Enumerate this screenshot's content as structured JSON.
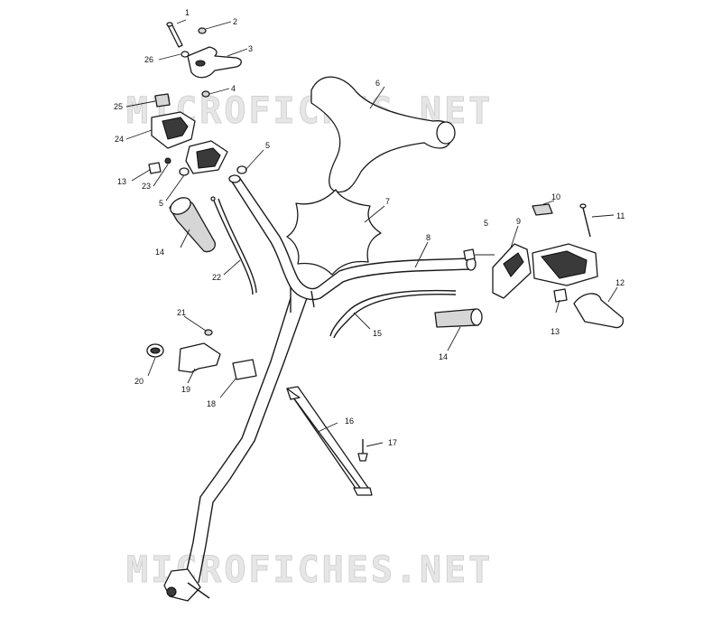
{
  "watermark": "MICROFICHES.NET",
  "callouts": [
    {
      "id": "c1",
      "label": "1"
    },
    {
      "id": "c2",
      "label": "2"
    },
    {
      "id": "c3",
      "label": "3"
    },
    {
      "id": "c4",
      "label": "4"
    },
    {
      "id": "c5a",
      "label": "5"
    },
    {
      "id": "c5b",
      "label": "5"
    },
    {
      "id": "c5c",
      "label": "5"
    },
    {
      "id": "c6",
      "label": "6"
    },
    {
      "id": "c7",
      "label": "7"
    },
    {
      "id": "c8",
      "label": "8"
    },
    {
      "id": "c9",
      "label": "9"
    },
    {
      "id": "c10",
      "label": "10"
    },
    {
      "id": "c11",
      "label": "11"
    },
    {
      "id": "c12",
      "label": "12"
    },
    {
      "id": "c13a",
      "label": "13"
    },
    {
      "id": "c13b",
      "label": "13"
    },
    {
      "id": "c14a",
      "label": "14"
    },
    {
      "id": "c14b",
      "label": "14"
    },
    {
      "id": "c15",
      "label": "15"
    },
    {
      "id": "c16",
      "label": "16"
    },
    {
      "id": "c17",
      "label": "17"
    },
    {
      "id": "c18",
      "label": "18"
    },
    {
      "id": "c19",
      "label": "19"
    },
    {
      "id": "c20",
      "label": "20"
    },
    {
      "id": "c21",
      "label": "21"
    },
    {
      "id": "c22",
      "label": "22"
    },
    {
      "id": "c23",
      "label": "23"
    },
    {
      "id": "c24",
      "label": "24"
    },
    {
      "id": "c25",
      "label": "25"
    },
    {
      "id": "c26",
      "label": "26"
    }
  ]
}
